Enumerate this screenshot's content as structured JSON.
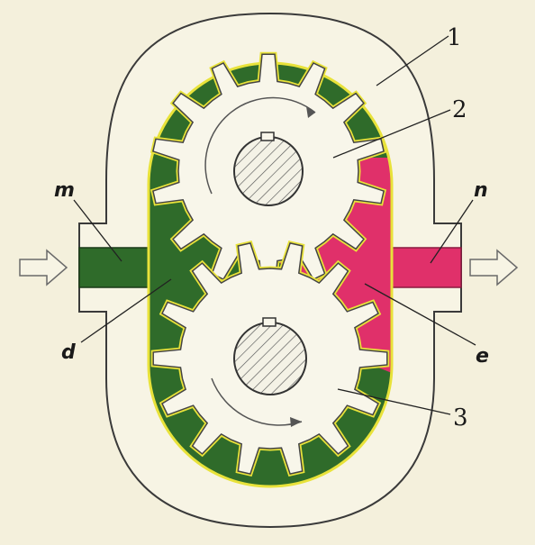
{
  "diagram": {
    "labels": {
      "housing": "1",
      "gear_top": "2",
      "gear_bottom": "3",
      "inlet": "m",
      "outlet": "n",
      "suction_chamber": "d",
      "discharge_chamber": "e"
    },
    "colors": {
      "background": "#f4f0dc",
      "housing_fill": "#f7f4e4",
      "outline": "#3a3a3a",
      "suction_fluid": "#2f6b2a",
      "discharge_fluid": "#e0306a",
      "gear_fill": "#f8f6ea",
      "gear_edge_highlight": "#e8e23a",
      "arrow_outline": "#6a6a6a"
    }
  }
}
